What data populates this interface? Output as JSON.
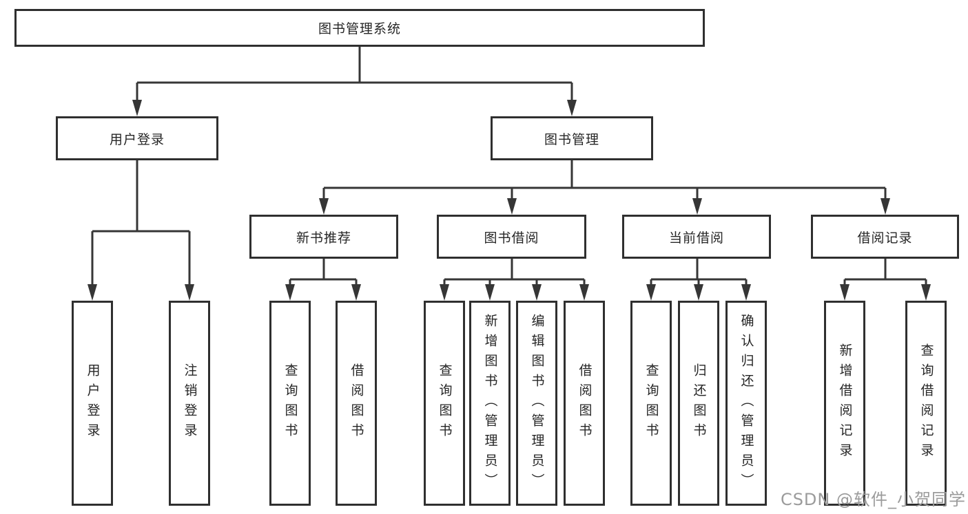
{
  "diagram": {
    "nodes": {
      "root": "图书管理系统",
      "login": "用户登录",
      "mgmt": "图书管理",
      "recommend": "新书推荐",
      "borrow": "图书借阅",
      "current": "当前借阅",
      "records": "借阅记录",
      "login_user": "用户登录",
      "login_logout": "注销登录",
      "rec_query": "查询图书",
      "rec_borrow": "借阅图书",
      "bor_query": "查询图书",
      "bor_add": "新增图书（管理员）",
      "bor_edit": "编辑图书（管理员）",
      "bor_lend": "借阅图书",
      "cur_query": "查询图书",
      "cur_return": "归还图书",
      "cur_confirm": "确认归还（管理员）",
      "rcd_add": "新增借阅记录",
      "rcd_query": "查询借阅记录"
    },
    "colors": {
      "line": "#363636",
      "border": "#2f2f2f",
      "text": "#262626",
      "watermark": "#9b9b9b",
      "background": "#ffffff"
    }
  },
  "watermark": {
    "text": "CSDN @软件_小贺同学"
  }
}
